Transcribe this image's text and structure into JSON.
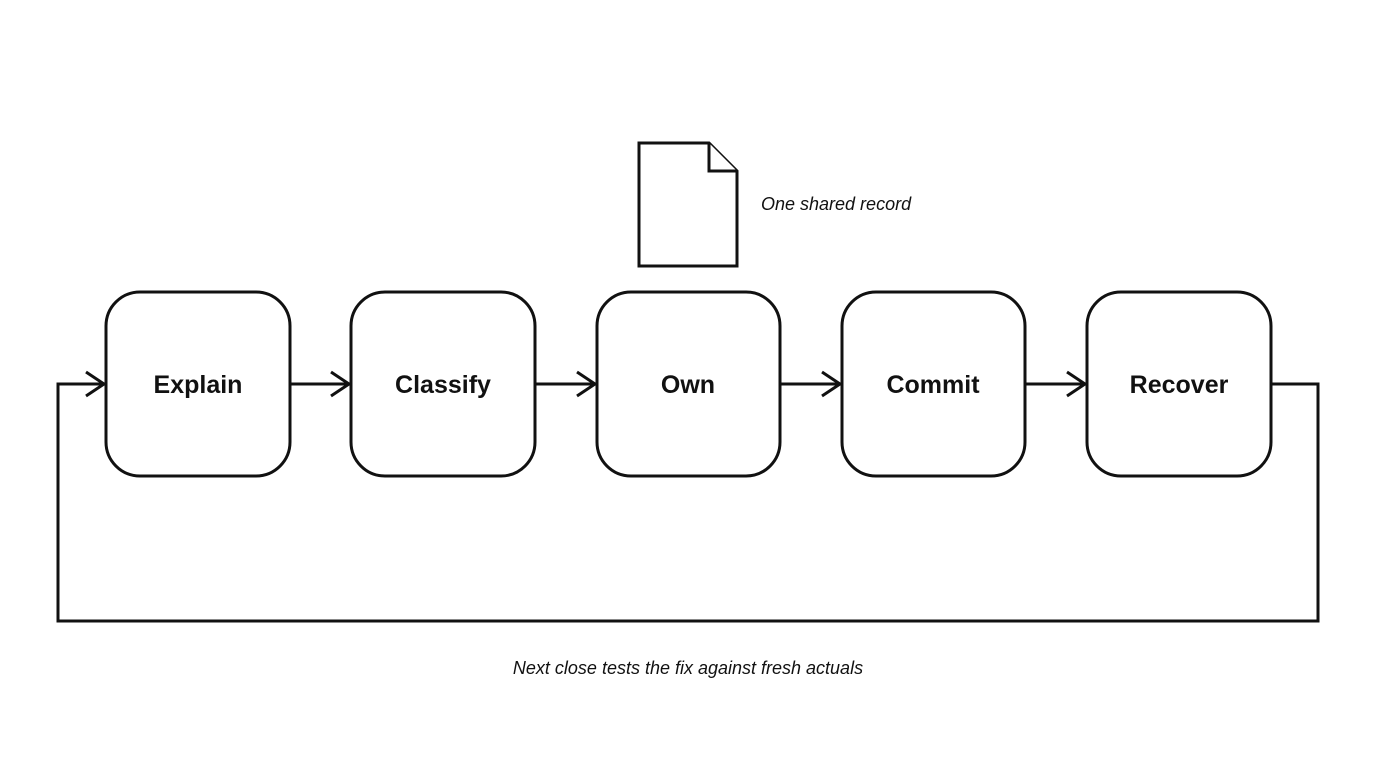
{
  "diagram": {
    "type": "process-cycle",
    "stages": [
      {
        "id": "explain",
        "label": "Explain"
      },
      {
        "id": "classify",
        "label": "Classify"
      },
      {
        "id": "own",
        "label": "Own"
      },
      {
        "id": "commit",
        "label": "Commit"
      },
      {
        "id": "recover",
        "label": "Recover"
      }
    ],
    "document": {
      "icon": "document-icon",
      "attached_to": "own",
      "label": "One shared record"
    },
    "loop": {
      "from": "recover",
      "to": "explain",
      "label": "Next close tests the fix against fresh actuals"
    },
    "colors": {
      "stroke": "#111111",
      "background": "#ffffff"
    }
  }
}
